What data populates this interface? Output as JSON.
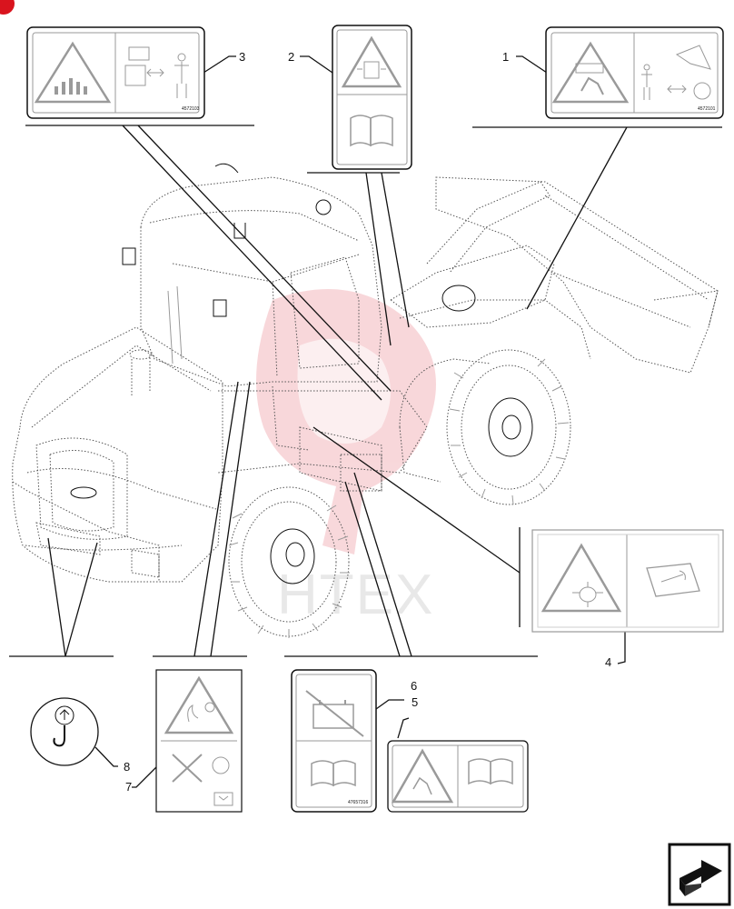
{
  "drawing": {
    "watermark": "HTEX",
    "callouts": {
      "c1": "1",
      "c2": "2",
      "c3": "3",
      "c4": "4",
      "c5": "5",
      "c6": "6",
      "c7": "7",
      "c8": "8"
    },
    "part_codes": {
      "decal1": "4572101",
      "decal3": "4572103",
      "decal6": "47657316"
    },
    "icons": {
      "corner_badge": "red-corner-badge-icon",
      "next_page": "next-page-arrow-icon",
      "book": "instruction-book-icon",
      "lifting_hook": "lifting-hook-icon"
    },
    "colors": {
      "watermark_red": "#f3b8bd",
      "badge_red": "#d9141e",
      "line": "#111111"
    }
  }
}
